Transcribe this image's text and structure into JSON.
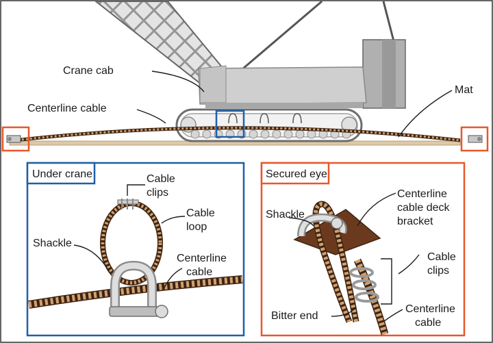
{
  "labels": {
    "crane_cab": "Crane cab",
    "centerline_cable": "Centerline cable",
    "mat": "Mat"
  },
  "under_crane": {
    "title": "Under crane",
    "cable_clips": [
      "Cable",
      "clips"
    ],
    "cable_loop": [
      "Cable",
      "loop"
    ],
    "shackle": "Shackle",
    "centerline_cable": [
      "Centerline",
      "cable"
    ]
  },
  "secured_eye": {
    "title": "Secured eye",
    "shackle": "Shackle",
    "deck_bracket": [
      "Centerline",
      "cable deck",
      "bracket"
    ],
    "cable_clips": [
      "Cable",
      "clips"
    ],
    "bitter_end": "Bitter end",
    "centerline_cable": [
      "Centerline",
      "cable"
    ]
  },
  "colors": {
    "blue_frame": "#1f5fa8",
    "orange_frame": "#e8572a",
    "cable": "#8a5a2b",
    "cable_light": "#d2a070",
    "crane_gray": "#cfcfcf",
    "mat": "#dcc9a8",
    "bracket": "#6b3a1e"
  }
}
